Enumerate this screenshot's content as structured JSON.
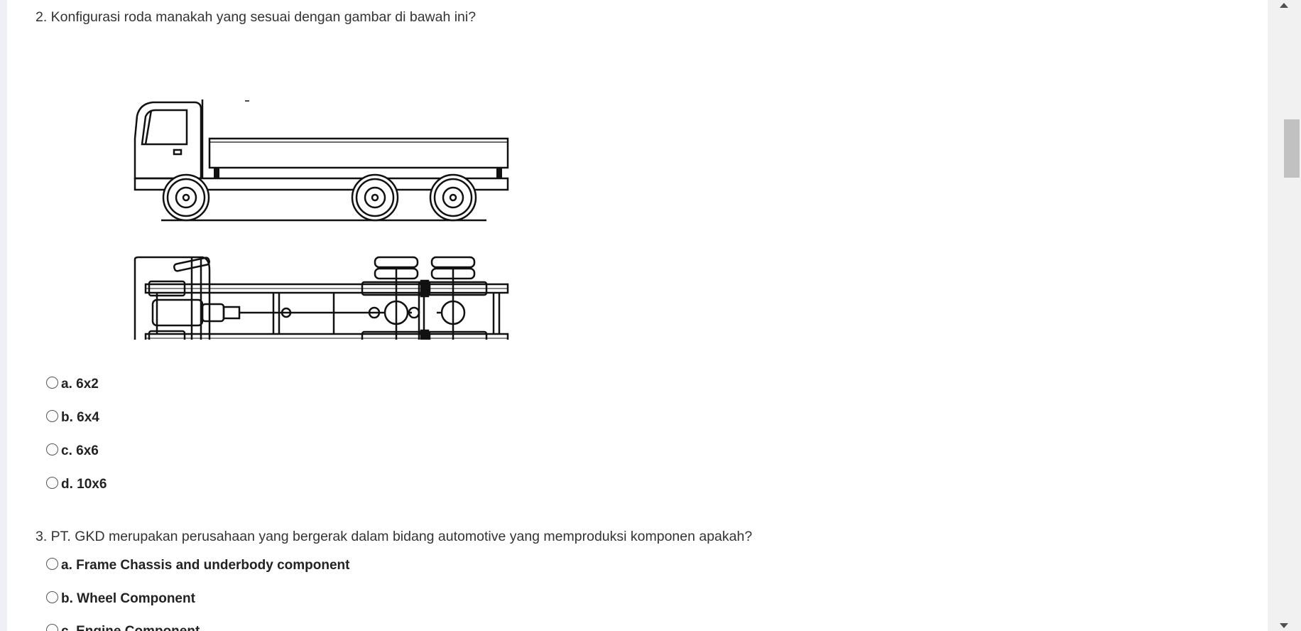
{
  "questions": [
    {
      "text": "2. Konfigurasi roda manakah yang sesuai dengan gambar di bawah ini?",
      "options": [
        "a. 6x2",
        "b. 6x4",
        "c. 6x6",
        "d. 10x6"
      ]
    },
    {
      "text": "3. PT. GKD merupakan perusahaan yang bergerak dalam bidang automotive yang memproduksi komponen apakah?",
      "options": [
        "a. Frame Chassis and underbody component",
        "b. Wheel Component",
        "c. Engine Component"
      ]
    }
  ],
  "scrollbar": {
    "up_icon": "chevron-up-icon",
    "down_icon": "chevron-down-icon",
    "position_fraction": 0.2
  }
}
